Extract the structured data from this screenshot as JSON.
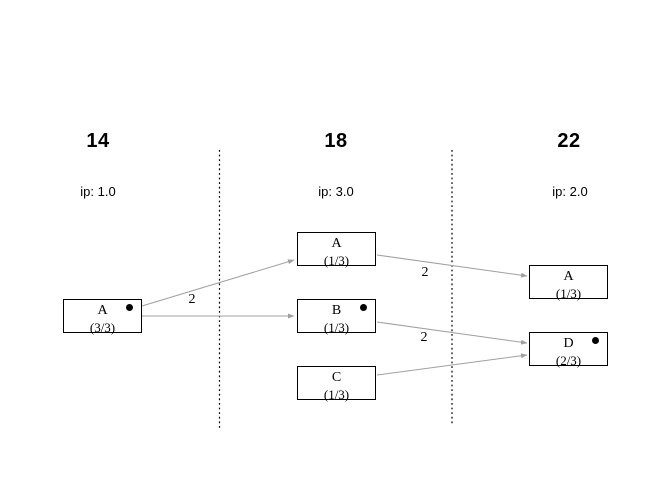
{
  "diagram": {
    "type": "transmission-tree-diagram",
    "columns": [
      {
        "title": "14",
        "ip_label": "ip: 1.0"
      },
      {
        "title": "18",
        "ip_label": "ip: 3.0"
      },
      {
        "title": "22",
        "ip_label": "ip: 2.0"
      }
    ],
    "nodes": [
      {
        "column": "14",
        "label": "A",
        "fraction": "(3/3)",
        "marked": true
      },
      {
        "column": "18",
        "label": "A",
        "fraction": "(1/3)",
        "marked": false
      },
      {
        "column": "18",
        "label": "B",
        "fraction": "(1/3)",
        "marked": true
      },
      {
        "column": "18",
        "label": "C",
        "fraction": "(1/3)",
        "marked": false
      },
      {
        "column": "22",
        "label": "A",
        "fraction": "(1/3)",
        "marked": false
      },
      {
        "column": "22",
        "label": "D",
        "fraction": "(2/3)",
        "marked": true
      }
    ],
    "edges": [
      {
        "from": "14.A",
        "to": "18.A",
        "label": "2"
      },
      {
        "from": "14.A",
        "to": "18.B",
        "label": ""
      },
      {
        "from": "18.A",
        "to": "22.A",
        "label": "2"
      },
      {
        "from": "18.B",
        "to": "22.D",
        "label": "2"
      },
      {
        "from": "18.C",
        "to": "22.D",
        "label": ""
      }
    ],
    "colors": {
      "background": "#ffffff",
      "edge": "#a0a0a0",
      "divider": "#000000",
      "box_border": "#000000",
      "text": "#000000",
      "marker_dot": "#000000"
    }
  }
}
